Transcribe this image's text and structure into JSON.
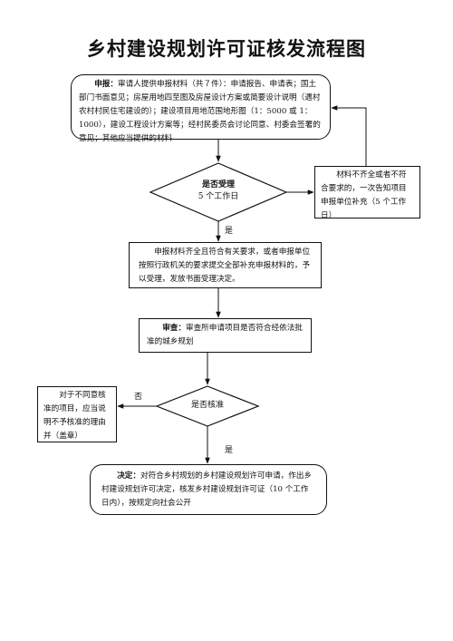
{
  "title": "乡村建设规划许可证核发流程图",
  "apply": {
    "label": "申报：",
    "text": "审请人提供申报材料（共７件）：申请报告、申请表；国土部门书面意见；房屋用地四至图及房屋设计方案或简要设计说明（遇村农村村民住宅建设的）；建设项目用地范围地形图（1：5000 或 1：1000），建设工程设计方案等；经村民委员会讨论同意、村委会签署的意见；其他应当提供的材料"
  },
  "decision_accept": {
    "line1": "是否受理",
    "line2": "5 个工作日"
  },
  "supplement": {
    "text": "材料不齐全或者不符合要求的，一次告知项目申报单位补充（5 个工作日）"
  },
  "accept": {
    "text": "申报材料齐全且符合有关要求，或者申报单位按照行政机关的要求提交全部补充申报材料的，予以受理，发放书面受理决定。"
  },
  "review": {
    "label": "审查：",
    "text": "审查所申请项目是否符合经依法批准的城乡规划"
  },
  "decision_approve": {
    "text": "是否核准"
  },
  "reject": {
    "text": "对于不同意核准的项目，应当说明不予核准的理由并（盖章）"
  },
  "final": {
    "label": "决定：",
    "text": "对符合乡村规划的乡村建设规划许可申请，作出乡村建设规划许可决定，核发乡村建设规划许可证（10 个工作日内），按规定向社会公开"
  },
  "edges": {
    "yes_1": "是",
    "no_1": "否",
    "yes_2": "是"
  }
}
